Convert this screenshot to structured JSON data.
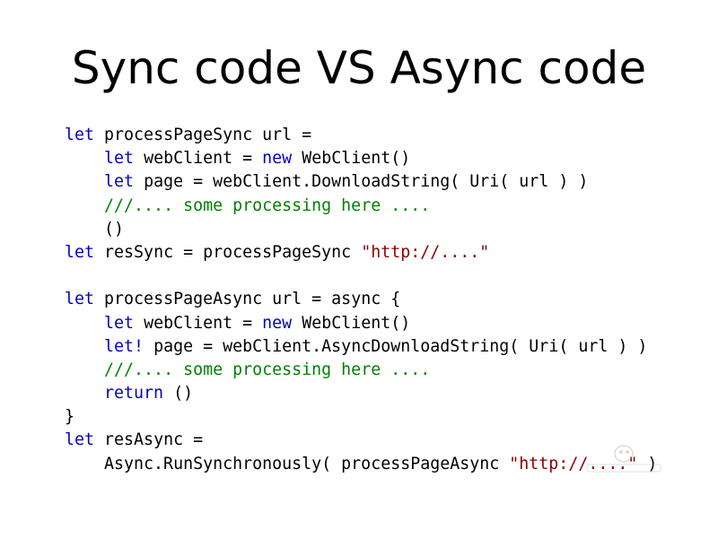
{
  "title": "Sync code VS Async code",
  "colors": {
    "keyword": "#0000cc",
    "comment": "#008000",
    "string": "#8b0000",
    "text": "#000000"
  },
  "code": {
    "lines": [
      [
        {
          "t": "let",
          "k": "keyword"
        },
        {
          "t": " processPageSync url =",
          "k": "text"
        }
      ],
      [
        {
          "t": "    ",
          "k": "text"
        },
        {
          "t": "let",
          "k": "keyword"
        },
        {
          "t": " webClient = ",
          "k": "text"
        },
        {
          "t": "new",
          "k": "keyword"
        },
        {
          "t": " WebClient()",
          "k": "text"
        }
      ],
      [
        {
          "t": "    ",
          "k": "text"
        },
        {
          "t": "let",
          "k": "keyword"
        },
        {
          "t": " page = webClient.DownloadString( Uri( url ) )",
          "k": "text"
        }
      ],
      [
        {
          "t": "    ",
          "k": "text"
        },
        {
          "t": "///.... some processing here ....",
          "k": "comment"
        }
      ],
      [
        {
          "t": "    ()",
          "k": "text"
        }
      ],
      [
        {
          "t": "let",
          "k": "keyword"
        },
        {
          "t": " resSync = processPageSync ",
          "k": "text"
        },
        {
          "t": "\"http://....\"",
          "k": "string"
        }
      ],
      [],
      [
        {
          "t": "let",
          "k": "keyword"
        },
        {
          "t": " processPageAsync url = async {",
          "k": "text"
        }
      ],
      [
        {
          "t": "    ",
          "k": "text"
        },
        {
          "t": "let",
          "k": "keyword"
        },
        {
          "t": " webClient = ",
          "k": "text"
        },
        {
          "t": "new",
          "k": "keyword"
        },
        {
          "t": " WebClient()",
          "k": "text"
        }
      ],
      [
        {
          "t": "    ",
          "k": "text"
        },
        {
          "t": "let!",
          "k": "keyword"
        },
        {
          "t": " page = webClient.AsyncDownloadString( Uri( url ) )",
          "k": "text"
        }
      ],
      [
        {
          "t": "    ",
          "k": "text"
        },
        {
          "t": "///.... some processing here ....",
          "k": "comment"
        }
      ],
      [
        {
          "t": "    ",
          "k": "text"
        },
        {
          "t": "return",
          "k": "keyword"
        },
        {
          "t": " ()",
          "k": "text"
        }
      ],
      [
        {
          "t": "}",
          "k": "text"
        }
      ],
      [
        {
          "t": "let",
          "k": "keyword"
        },
        {
          "t": " resAsync =",
          "k": "text"
        }
      ],
      [
        {
          "t": "    Async.RunSynchronously( processPageAsync ",
          "k": "text"
        },
        {
          "t": "\"http://....\"",
          "k": "string"
        },
        {
          "t": " )",
          "k": "text"
        }
      ]
    ]
  }
}
